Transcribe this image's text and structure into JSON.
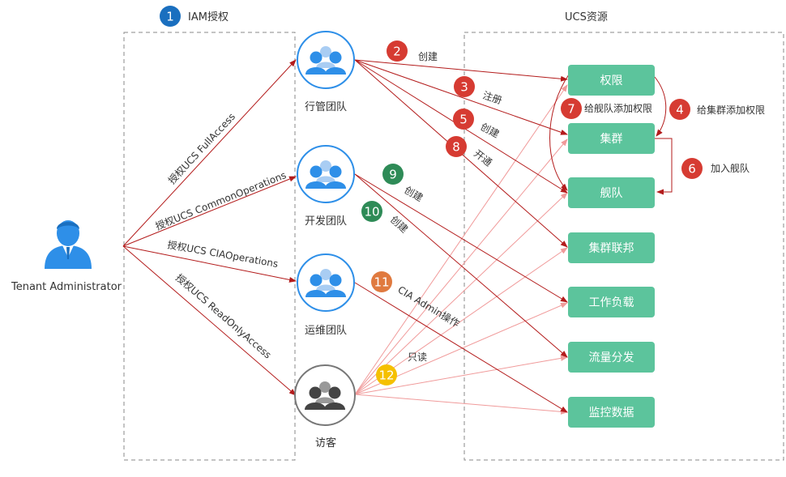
{
  "sections": {
    "iam_title": "IAM授权",
    "ucs_title": "UCS资源"
  },
  "admin": {
    "label": "Tenant Administrator"
  },
  "teams": [
    {
      "label": "行管团队"
    },
    {
      "label": "开发团队"
    },
    {
      "label": "运维团队"
    },
    {
      "label": "访客"
    }
  ],
  "permissions": [
    "授权UCS FullAccess",
    "授权UCS CommonOperations",
    "授权UCS CIAOperations",
    "授权UCS ReadOnlyAccess"
  ],
  "resources": [
    "权限",
    "集群",
    "舰队",
    "集群联邦",
    "工作负载",
    "流量分发",
    "监控数据"
  ],
  "steps": [
    {
      "num": "1",
      "text": "IAM授权",
      "color": "#1a6fbf"
    },
    {
      "num": "2",
      "text": "创建",
      "color": "#d63b32"
    },
    {
      "num": "3",
      "text": "注册",
      "color": "#d63b32"
    },
    {
      "num": "4",
      "text": "给集群添加权限",
      "color": "#d63b32"
    },
    {
      "num": "5",
      "text": "创建",
      "color": "#d63b32"
    },
    {
      "num": "6",
      "text": "加入舰队",
      "color": "#d63b32"
    },
    {
      "num": "7",
      "text": "给舰队添加权限",
      "color": "#d63b32"
    },
    {
      "num": "8",
      "text": "开通",
      "color": "#d63b32"
    },
    {
      "num": "9",
      "text": "创建",
      "color": "#2e8b57"
    },
    {
      "num": "10",
      "text": "创建",
      "color": "#2e8b57"
    },
    {
      "num": "11",
      "text": "CIA Admin操作",
      "color": "#e07a3f"
    },
    {
      "num": "12",
      "text": "只读",
      "color": "#f5c000"
    }
  ],
  "colors": {
    "resource_box": "#5cc49c",
    "arrow_dark": "#b31b1b",
    "arrow_light": "#f09a9a",
    "team_icon": "#2e8fe8",
    "guest_icon": "#555555"
  }
}
